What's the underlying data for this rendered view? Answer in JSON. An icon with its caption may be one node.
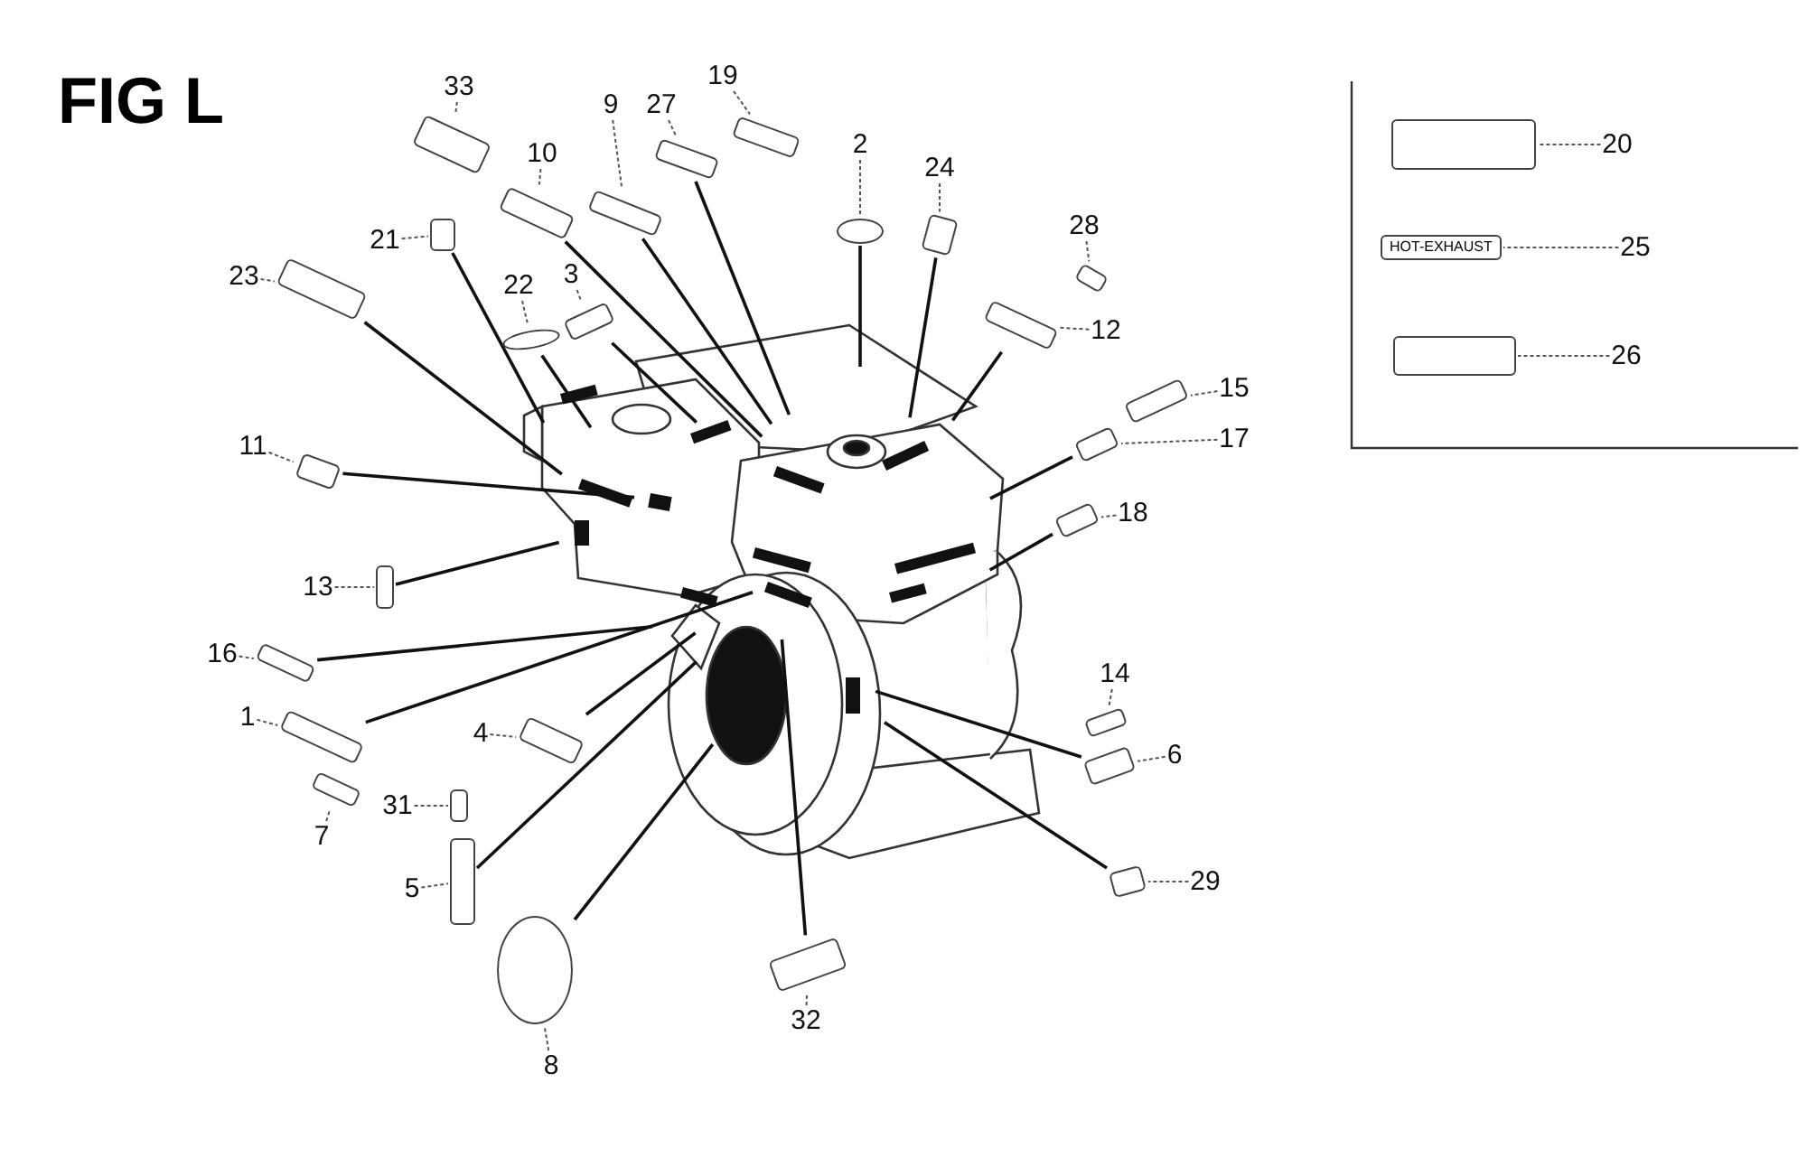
{
  "diagram": {
    "title": "FIG L",
    "nodes": [
      {
        "text": [
          "33"
        ]
      },
      {
        "text": [],
        "shape": "box"
      },
      {
        "text": [
          "19"
        ]
      },
      {
        "text": [],
        "shape": "box"
      },
      {
        "text": [
          "9"
        ]
      },
      {
        "text": [],
        "shape": "box"
      },
      {
        "text": [
          "27"
        ]
      },
      {
        "text": [],
        "shape": "box"
      },
      {
        "text": [
          "10"
        ]
      },
      {
        "text": [],
        "shape": "box"
      },
      {
        "text": [
          "2"
        ]
      },
      {
        "text": [],
        "shape": "circle"
      },
      {
        "text": [
          "24"
        ]
      },
      {
        "text": [],
        "shape": "box"
      },
      {
        "text": [
          "21"
        ]
      },
      {
        "text": [],
        "shape": "box"
      },
      {
        "text": [
          "28"
        ]
      },
      {
        "text": [],
        "shape": "box"
      },
      {
        "text": [
          "23"
        ]
      },
      {
        "text": [],
        "shape": "box"
      },
      {
        "text": [
          "22"
        ]
      },
      {
        "text": [],
        "shape": "circle"
      },
      {
        "text": [
          "3"
        ]
      },
      {
        "text": [],
        "shape": "box"
      },
      {
        "text": [
          "12"
        ]
      },
      {
        "text": [],
        "shape": "box"
      },
      {
        "text": [
          "15"
        ]
      },
      {
        "text": [],
        "shape": "box"
      },
      {
        "text": [
          "17"
        ]
      },
      {
        "text": [],
        "shape": "box"
      },
      {
        "text": [
          "11"
        ]
      },
      {
        "text": [],
        "shape": "box"
      },
      {
        "text": [
          "18"
        ]
      },
      {
        "text": [],
        "shape": "box"
      },
      {
        "text": [
          "13"
        ]
      },
      {
        "text": [],
        "shape": "box"
      },
      {
        "text": [
          "16"
        ]
      },
      {
        "text": [],
        "shape": "box"
      },
      {
        "text": [
          "1"
        ]
      },
      {
        "text": [],
        "shape": "box"
      },
      {
        "text": [
          "4"
        ]
      },
      {
        "text": [],
        "shape": "box"
      },
      {
        "text": [
          "14"
        ]
      },
      {
        "text": [],
        "shape": "box"
      },
      {
        "text": [
          "6"
        ]
      },
      {
        "text": [],
        "shape": "box"
      },
      {
        "text": [
          "7"
        ]
      },
      {
        "text": [],
        "shape": "box"
      },
      {
        "text": [
          "31"
        ]
      },
      {
        "text": [],
        "shape": "box"
      },
      {
        "text": [
          "5"
        ]
      },
      {
        "text": [],
        "shape": "box"
      },
      {
        "text": [
          "29"
        ]
      },
      {
        "text": [],
        "shape": "box"
      },
      {
        "text": [
          "32"
        ]
      },
      {
        "text": [],
        "shape": "box"
      },
      {
        "text": [
          "8"
        ]
      },
      {
        "text": [],
        "shape": "circle"
      },
      {
        "text": [
          "20"
        ]
      },
      {
        "text": [],
        "shape": "box"
      },
      {
        "text": [
          "25"
        ]
      },
      {
        "text": [
          "HOT-EXHAUST"
        ]
      },
      {
        "text": [
          "26"
        ]
      },
      {
        "text": [],
        "shape": "box"
      }
    ],
    "edges": [
      {
        "from": 0,
        "to": 1,
        "arrow": "none",
        "style": "dashed"
      },
      {
        "from": 2,
        "to": 3,
        "arrow": "none",
        "style": "dashed"
      },
      {
        "from": 4,
        "to": 5,
        "arrow": "none",
        "style": "dashed"
      },
      {
        "from": 5,
        "to": null,
        "arrow": "none"
      },
      {
        "from": 6,
        "to": 7,
        "arrow": "none",
        "style": "dashed"
      },
      {
        "from": 7,
        "to": null,
        "arrow": "none"
      },
      {
        "from": 8,
        "to": 9,
        "arrow": "none",
        "style": "dashed"
      },
      {
        "from": 9,
        "to": null,
        "arrow": "none"
      },
      {
        "from": 10,
        "to": 11,
        "arrow": "none",
        "style": "dashed"
      },
      {
        "from": 11,
        "to": null,
        "arrow": "none"
      },
      {
        "from": 12,
        "to": 13,
        "arrow": "none",
        "style": "dashed"
      },
      {
        "from": 13,
        "to": null,
        "arrow": "none"
      },
      {
        "from": 14,
        "to": 15,
        "arrow": "none",
        "style": "dashed"
      },
      {
        "from": 15,
        "to": null,
        "arrow": "none"
      },
      {
        "from": 16,
        "to": 17,
        "arrow": "none",
        "style": "dashed"
      },
      {
        "from": 18,
        "to": 19,
        "arrow": "none",
        "style": "dashed"
      },
      {
        "from": 19,
        "to": null,
        "arrow": "none"
      },
      {
        "from": 20,
        "to": 21,
        "arrow": "none",
        "style": "dashed"
      },
      {
        "from": 21,
        "to": null,
        "arrow": "none"
      },
      {
        "from": 22,
        "to": 23,
        "arrow": "none",
        "style": "dashed"
      },
      {
        "from": 23,
        "to": null,
        "arrow": "none"
      },
      {
        "from": 24,
        "to": 25,
        "arrow": "none",
        "style": "dashed"
      },
      {
        "from": 25,
        "to": null,
        "arrow": "none"
      },
      {
        "from": 26,
        "to": 27,
        "arrow": "none",
        "style": "dashed"
      },
      {
        "from": 28,
        "to": 29,
        "arrow": "none",
        "style": "dashed"
      },
      {
        "from": 29,
        "to": null,
        "arrow": "none"
      },
      {
        "from": 30,
        "to": 31,
        "arrow": "none",
        "style": "dashed"
      },
      {
        "from": 31,
        "to": null,
        "arrow": "none"
      },
      {
        "from": 32,
        "to": 33,
        "arrow": "none",
        "style": "dashed"
      },
      {
        "from": 33,
        "to": null,
        "arrow": "none"
      },
      {
        "from": 34,
        "to": 35,
        "arrow": "none",
        "style": "dashed"
      },
      {
        "from": 35,
        "to": null,
        "arrow": "none"
      },
      {
        "from": 36,
        "to": 37,
        "arrow": "none",
        "style": "dashed"
      },
      {
        "from": 37,
        "to": null,
        "arrow": "none"
      },
      {
        "from": 38,
        "to": 39,
        "arrow": "none",
        "style": "dashed"
      },
      {
        "from": 39,
        "to": null,
        "arrow": "none"
      },
      {
        "from": 40,
        "to": 41,
        "arrow": "none",
        "style": "dashed"
      },
      {
        "from": 41,
        "to": null,
        "arrow": "none"
      },
      {
        "from": 42,
        "to": 43,
        "arrow": "none",
        "style": "dashed"
      },
      {
        "from": 44,
        "to": 45,
        "arrow": "none",
        "style": "dashed"
      },
      {
        "from": 45,
        "to": null,
        "arrow": "none"
      },
      {
        "from": 46,
        "to": 47,
        "arrow": "none",
        "style": "dashed"
      },
      {
        "from": 48,
        "to": 49,
        "arrow": "none",
        "style": "dashed"
      },
      {
        "from": 50,
        "to": 51,
        "arrow": "none",
        "style": "dashed"
      },
      {
        "from": 51,
        "to": null,
        "arrow": "none"
      },
      {
        "from": 52,
        "to": 53,
        "arrow": "none",
        "style": "dashed"
      },
      {
        "from": 53,
        "to": null,
        "arrow": "none"
      },
      {
        "from": 54,
        "to": 55,
        "arrow": "none",
        "style": "dashed"
      },
      {
        "from": 55,
        "to": null,
        "arrow": "none"
      },
      {
        "from": 56,
        "to": 57,
        "arrow": "none",
        "style": "dashed"
      },
      {
        "from": 57,
        "to": null,
        "arrow": "none"
      },
      {
        "from": 58,
        "to": 59,
        "arrow": "none",
        "style": "dashed"
      },
      {
        "from": 60,
        "to": 61,
        "arrow": "none",
        "style": "dashed"
      },
      {
        "from": 62,
        "to": 63,
        "arrow": "none",
        "style": "dashed"
      }
    ]
  }
}
